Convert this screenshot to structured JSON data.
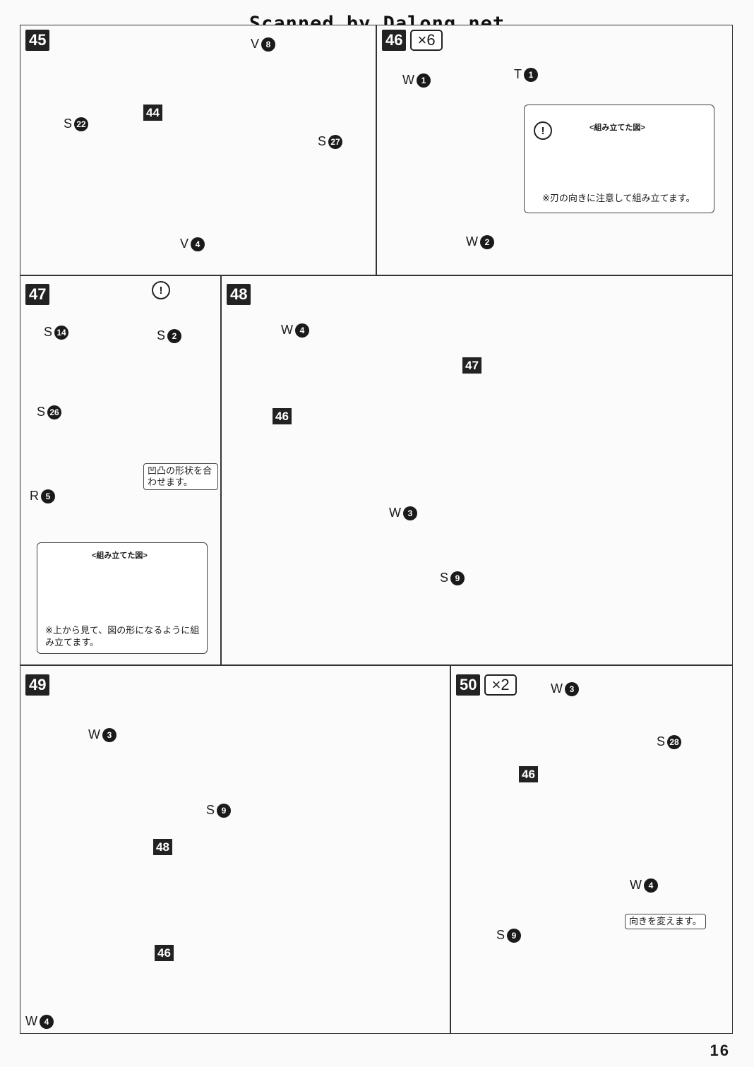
{
  "header": {
    "watermark": "Scanned by Dalong.net"
  },
  "page_number": "16",
  "steps": {
    "s45": {
      "number": "45",
      "parts": {
        "v8": {
          "letter": "V",
          "num": "8"
        },
        "s22": {
          "letter": "S",
          "num": "22"
        },
        "s27": {
          "letter": "S",
          "num": "27"
        },
        "v4": {
          "letter": "V",
          "num": "4"
        }
      },
      "ref44": "44"
    },
    "s46": {
      "number": "46",
      "multiplier": "×6",
      "parts": {
        "w1": {
          "letter": "W",
          "num": "1"
        },
        "t1": {
          "letter": "T",
          "num": "1"
        },
        "w2": {
          "letter": "W",
          "num": "2"
        }
      },
      "note": {
        "title": "<組み立てた図>",
        "text": "※刃の向きに注意して組み立てます。"
      }
    },
    "s47": {
      "number": "47",
      "parts": {
        "s14": {
          "letter": "S",
          "num": "14"
        },
        "s2": {
          "letter": "S",
          "num": "2"
        },
        "s26": {
          "letter": "S",
          "num": "26"
        },
        "r5": {
          "letter": "R",
          "num": "5"
        }
      },
      "callout": "凹凸の形状を合わせます。",
      "note": {
        "title": "<組み立てた図>",
        "text": "※上から見て、図の形になるように組み立てます。"
      }
    },
    "s48": {
      "number": "48",
      "parts": {
        "w4": {
          "letter": "W",
          "num": "4"
        },
        "w3": {
          "letter": "W",
          "num": "3"
        },
        "s9": {
          "letter": "S",
          "num": "9"
        }
      },
      "ref47": "47",
      "ref46": "46"
    },
    "s49": {
      "number": "49",
      "parts": {
        "w3": {
          "letter": "W",
          "num": "3"
        },
        "w4": {
          "letter": "W",
          "num": "4"
        },
        "s9": {
          "letter": "S",
          "num": "9"
        }
      },
      "ref48": "48",
      "ref46": "46"
    },
    "s50": {
      "number": "50",
      "multiplier": "×2",
      "parts": {
        "w3": {
          "letter": "W",
          "num": "3"
        },
        "s28": {
          "letter": "S",
          "num": "28"
        },
        "w4": {
          "letter": "W",
          "num": "4"
        },
        "s9": {
          "letter": "S",
          "num": "9"
        }
      },
      "ref46": "46",
      "callout": "向きを変えます。"
    }
  }
}
